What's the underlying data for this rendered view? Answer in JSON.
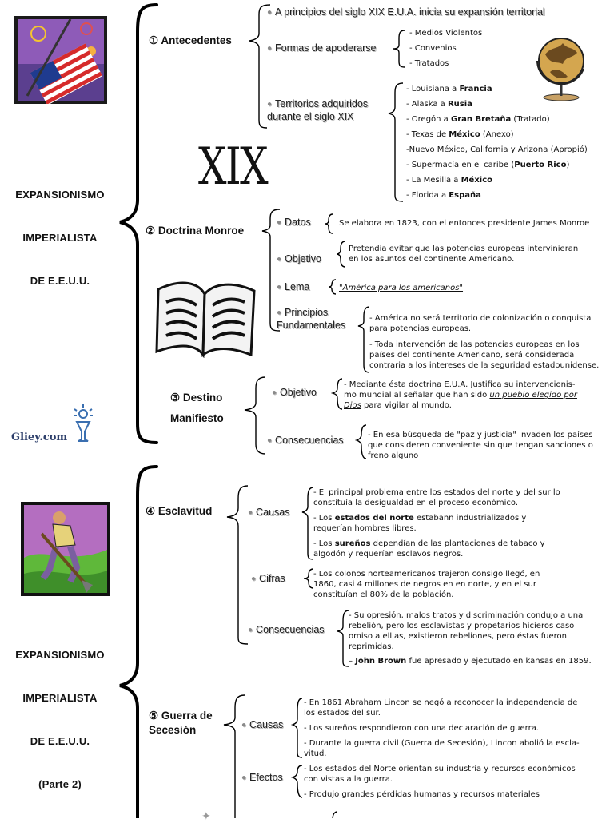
{
  "part1": {
    "side_title": [
      "EXPANSIONISMO",
      "IMPERIALISTA",
      "DE E.E.U.U."
    ],
    "xix": "XIX",
    "logo": "Gliey.com",
    "antecedentes": {
      "title": "① Antecedentes",
      "item1": "A principios del siglo XIX E.U.A. inicia su expansión territorial",
      "formas_label": "Formas de apoderarse",
      "formas": [
        "- Medios Violentos",
        "- Convenios",
        "- Tratados"
      ],
      "territorios_label_1": "Territorios adquiridos",
      "territorios_label_2": "durante el  siglo XIX",
      "territorios": [
        {
          "pre": "- Louisiana a ",
          "b": "Francia",
          "post": ""
        },
        {
          "pre": "- Alaska a ",
          "b": "Rusia",
          "post": ""
        },
        {
          "pre": "- Oregón a ",
          "b": "Gran Bretaña",
          "post": " (Tratado)"
        },
        {
          "pre": "- Texas de ",
          "b": "México",
          "post": " (Anexo)"
        },
        {
          "pre": "-Nuevo México, California y Arizona (Apropió)",
          "b": "",
          "post": ""
        },
        {
          "pre": "- Supermacía en el caribe (",
          "b": "Puerto Rico",
          "post": ")"
        },
        {
          "pre": "- La Mesilla a ",
          "b": "México",
          "post": ""
        },
        {
          "pre": "- Florida a ",
          "b": "España",
          "post": ""
        }
      ]
    },
    "monroe": {
      "title": "② Doctrina Monroe",
      "datos_label": "Datos",
      "datos": "Se elabora en 1823, con el entonces presidente James Monroe",
      "objetivo_label": "Objetivo",
      "objetivo_1": "Pretendía evitar que las potencias europeas intervinieran",
      "objetivo_2": "en los asuntos del continente Americano.",
      "lema_label": "Lema",
      "lema": "\"América para los americanos\"",
      "principios_label_1": "Principios",
      "principios_label_2": "Fundamentales",
      "principios": [
        [
          "- América no será territorio de colonización o conquista",
          "para potencias europeas."
        ],
        [
          "- Toda intervención de las potencias europeas en  los",
          "países del continente Americano, será considerada",
          "contraria a los intereses de la seguridad estadounidense."
        ]
      ]
    },
    "destino": {
      "title_1": "③ Destino",
      "title_2": "Manifiesto",
      "objetivo_label": "Objetivo",
      "objetivo_1": "- Mediante ésta doctrina E.U.A.  Justifica su intervencionis-",
      "objetivo_2a": "mo mundial al señalar que han sido ",
      "objetivo_2b": "un pueblo elegido por",
      "objetivo_3a": "Dios",
      "objetivo_3b": " para vigilar al mundo.",
      "consecuencias_label": "Consecuencias",
      "consecuencias": [
        "- En esa búsqueda de \"paz y justicia\" invaden los países",
        "que consideren conveniente sin que tengan sanciones o",
        "freno alguno"
      ]
    }
  },
  "part2": {
    "side_title": [
      "EXPANSIONISMO",
      "IMPERIALISTA",
      "DE E.E.U.U.",
      "(Parte 2)"
    ],
    "esclavitud": {
      "title": "④ Esclavitud",
      "causas_label": "Causas",
      "causa1": [
        "- El principal problema entre los estados del norte y del sur lo",
        "constituía la desigualdad en el proceso económico."
      ],
      "causa2_a": "- Los ",
      "causa2_b": "estados del norte",
      "causa2_c": " estabann industrializados y",
      "causa2_d": "requerían hombres libres.",
      "causa3_a": "- Los ",
      "causa3_b": "sureños",
      "causa3_c": " dependían de las plantaciones de tabaco y",
      "causa3_d": "algodón y requerían esclavos negros.",
      "cifras_label": "Cifras",
      "cifras": [
        "- Los colonos norteamericanos trajeron consigo llegó, en",
        "1860, casi 4 millones de negros en en norte, y en el sur",
        "constituían el 80% de la población."
      ],
      "consecuencias_label": "Consecuencias",
      "consecuencias": [
        "-  Su opresión, malos tratos y discriminación condujo a una",
        "rebelión, pero los esclavistas y propetarios hicieros caso",
        "omiso a elllas, existieron rebeliones, pero éstas fueron",
        "reprimidas."
      ],
      "brown_a": "– ",
      "brown_b": "John Brown",
      "brown_c": " fue apresado y ejecutado en kansas en 1859."
    },
    "guerra": {
      "title_1": "⑤ Guerra de",
      "title_2": "Secesión",
      "causas_label": "Causas",
      "causas": [
        [
          "- En 1861 Abraham Lincon se negó a reconocer la independencia de",
          "los estados del sur."
        ],
        [
          "- Los sureños respondieron con una declaración de guerra."
        ],
        [
          "- Durante la guerra civil (Guerra de Secesión), Lincon abolió la escla-",
          "vitud."
        ]
      ],
      "efectos_label": "Efectos",
      "efectos": [
        [
          "- Los estados del Norte orientan su industria y recursos económicos",
          "con vistas a la guerra."
        ],
        [
          "- Produjo grandes pérdidas humanas y recursos materiales"
        ]
      ]
    }
  }
}
